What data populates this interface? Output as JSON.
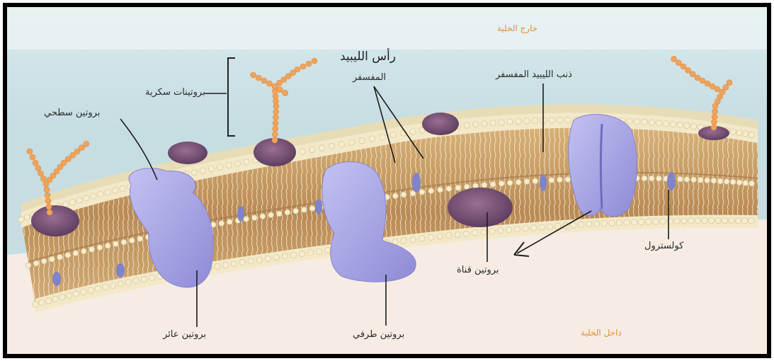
{
  "labels": {
    "outside_cell": "خارج الخلية",
    "inside_cell": "داخل الخلية",
    "glycoproteins": "بروتينات سكرية",
    "surface_protein": "بروتين سطحي",
    "phospholipid_head_line1": "رأس الليبيد",
    "phospholipid_head_line2": "المفسفر",
    "phospholipid_tail": "ذنب الليبيد المفسفر",
    "cholesterol": "كولسترول",
    "channel_protein": "بروتين قناة",
    "integral_protein": "بروتين عائر",
    "peripheral_protein": "بروتين طرفي"
  },
  "colors": {
    "extracellular": "#cfe3e6",
    "intracellular": "#f6ece4",
    "head": "#f2e8c8",
    "tail": "#c49a62",
    "protein": "#a8a6e8",
    "glycan": "#f0a35a",
    "dark_protein": "#6e4a6e",
    "accent_label": "#e0903a"
  }
}
